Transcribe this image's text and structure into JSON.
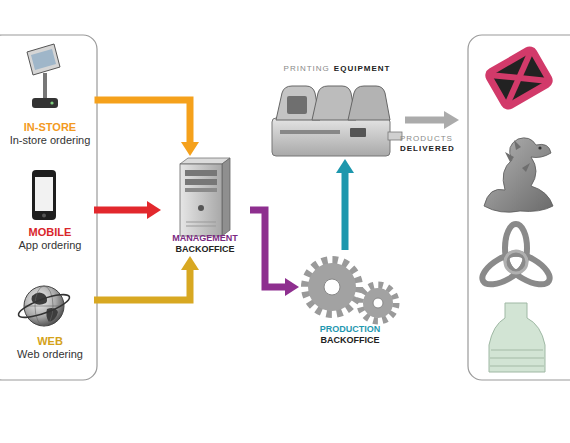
{
  "diagram": {
    "nodes": [
      {
        "text": [
          "IN-STORE",
          "In-store ordering"
        ]
      },
      {
        "text": [
          "MOBILE",
          "App ordering"
        ]
      },
      {
        "text": [
          "WEB",
          "Web ordering"
        ]
      },
      {
        "text": [
          "MANAGEMENT",
          "BACKOFFICE"
        ]
      },
      {
        "text": [
          "PRODUCTION",
          "BACKOFFICE"
        ]
      },
      {
        "text": [
          "PRINTING",
          "EQUIPMENT"
        ]
      }
    ],
    "edges": [
      {
        "from": 0,
        "to": 3,
        "arrow": "to"
      },
      {
        "from": 1,
        "to": 3,
        "arrow": "to"
      },
      {
        "from": 2,
        "to": 3,
        "arrow": "to"
      },
      {
        "from": 3,
        "to": 4,
        "arrow": "to"
      },
      {
        "from": 4,
        "to": 5,
        "arrow": "to"
      }
    ],
    "labels": [
      "PRODUCTS",
      "DELIVERED"
    ]
  }
}
